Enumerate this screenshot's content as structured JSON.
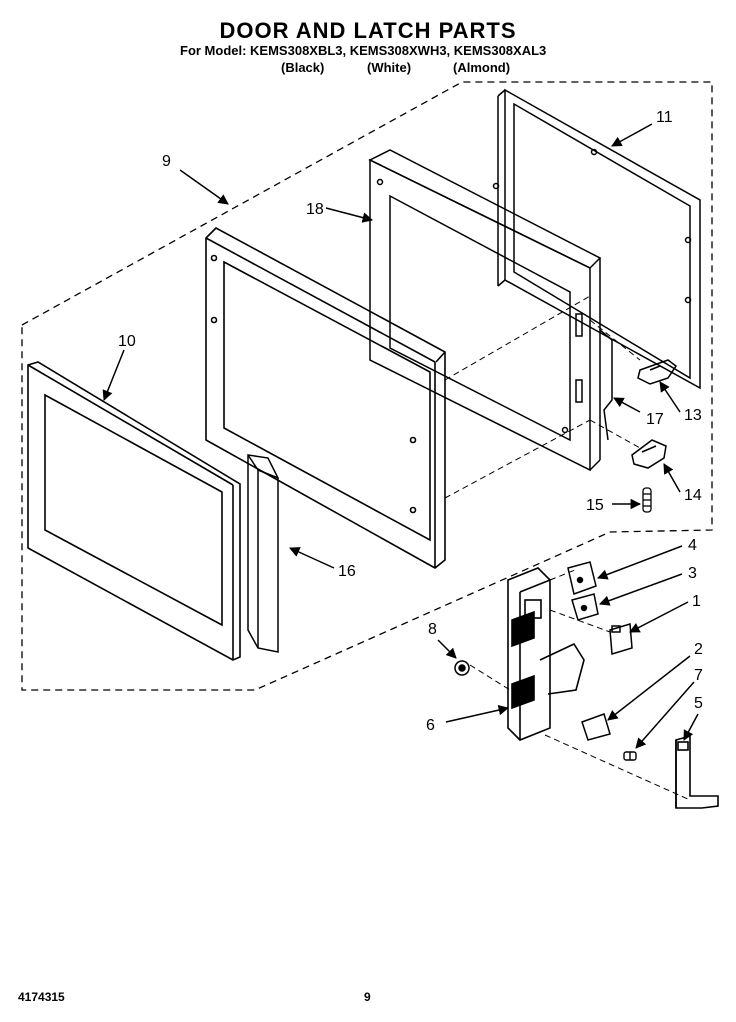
{
  "header": {
    "title": "DOOR AND LATCH PARTS",
    "models": "For Model: KEMS308XBL3, KEMS308XWH3, KEMS308XAL3",
    "colors": [
      "(Black)",
      "(White)",
      "(Almond)"
    ]
  },
  "callouts": {
    "p1": "1",
    "p2": "2",
    "p3": "3",
    "p4": "4",
    "p5": "5",
    "p6": "6",
    "p7": "7",
    "p8": "8",
    "p9": "9",
    "p10": "10",
    "p11": "11",
    "p13": "13",
    "p14": "14",
    "p15": "15",
    "p16": "16",
    "p17": "17",
    "p18": "18"
  },
  "footer": {
    "doc_number": "4174315",
    "page_number": "9"
  }
}
